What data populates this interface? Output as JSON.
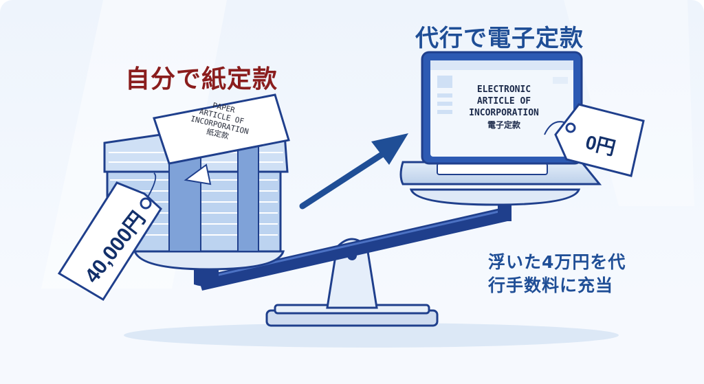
{
  "left": {
    "title": "自分で紙定款",
    "paper_lines": [
      "PAPER",
      "ARTICLE OF",
      "INCORPORATION",
      "紙定款"
    ],
    "price_tag": "40,000円"
  },
  "right": {
    "title": "代行で電子定款",
    "screen_lines": [
      "ELECTRONIC",
      "ARTICLE OF",
      "INCORPORATION",
      "電子定款"
    ],
    "price_tag": "0円"
  },
  "note": {
    "line1": "浮いた4万円を代",
    "line2": "行手数料に充当"
  },
  "colors": {
    "navy": "#1f3f8c",
    "red_title": "#8a1d1d",
    "blue_title": "#1f4e96",
    "paper_blue": "#bcd3f0",
    "background_tint": "#e9f1fb"
  }
}
